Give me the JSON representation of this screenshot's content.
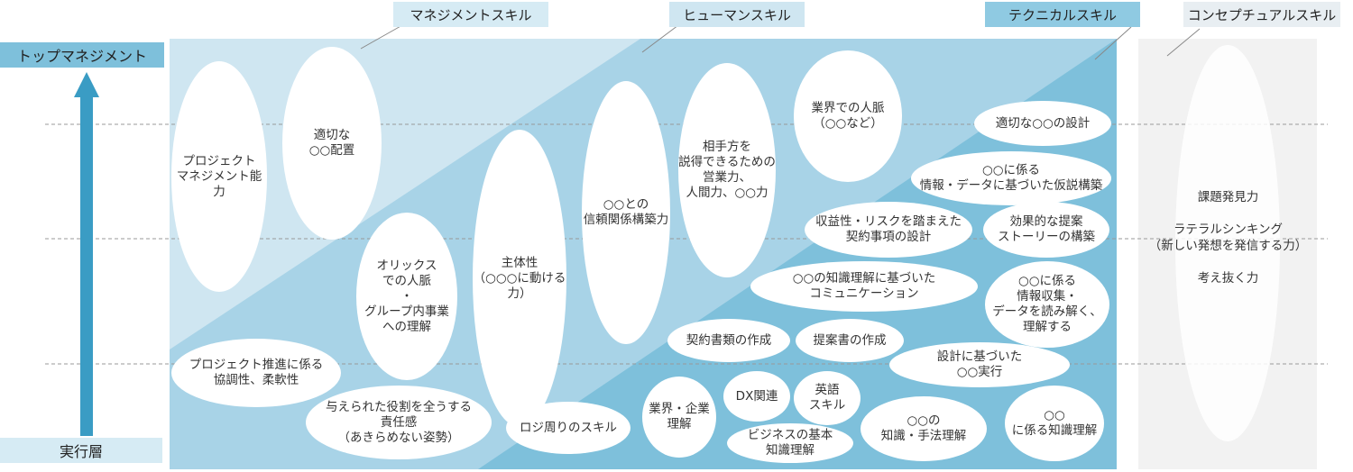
{
  "axis": {
    "top_label": "トップマネジメント",
    "bottom_label": "実行層"
  },
  "categories": {
    "management": "マネジメントスキル",
    "human": "ヒューマンスキル",
    "technical": "テクニカルスキル",
    "conceptual": "コンセプチュアルスキル"
  },
  "colors": {
    "management_bg": "#cfe6f1",
    "human_bg": "#a8d3e7",
    "technical_bg": "#7ec0db",
    "conceptual_bg": "#f2f2f2",
    "arrow": "#3a9cc4",
    "dashed_line": "#999999"
  },
  "ovals": {
    "project_management": "プロジェクト\nマネジメント能力",
    "appropriate_assignment": "適切な\n○○配置",
    "orix_network": "オリックス\nでの人脈\n・\nグループ内事業\nへの理解",
    "project_coordination": "プロジェクト推進に係る\n協調性、柔軟性",
    "responsibility": "与えられた役割を全うする\n責任感\n（あきらめない姿勢）",
    "proactivity": "主体性\n（○○○に動ける力）",
    "trust_building": "○○との\n信頼関係構築力",
    "persuasion": "相手方を\n説得できるための\n営業力、\n人間力、○○力",
    "industry_network": "業界での人脈\n（○○など）",
    "logistics": "ロジ周りのスキル",
    "appropriate_design": "適切な○○の設計",
    "hypothesis": "○○に係る\n情報・データに基づいた仮説構築",
    "contract_design": "収益性・リスクを踏まえた\n契約事項の設計",
    "story": "効果的な提案\nストーリーの構築",
    "knowledge_communication": "○○の知識理解に基づいた\nコミュニケーション",
    "data_reading": "○○に係る\n情報収集・\nデータを読み解く、\n理解する",
    "contract_docs": "契約書類の作成",
    "proposal_docs": "提案書の作成",
    "execution": "設計に基づいた\n○○実行",
    "industry_understanding": "業界・企業\n理解",
    "dx": "DX関連",
    "english": "英語\nスキル",
    "business_basics": "ビジネスの基本\n知識理解",
    "methods": "○○の\n知識・手法理解",
    "related_knowledge": "○○\nに係る知識理解"
  },
  "conceptual": {
    "item1": "課題発見力",
    "item2": "ラテラルシンキング",
    "item3": "（新しい発想を発信する力）",
    "item4": "考え抜く力"
  }
}
